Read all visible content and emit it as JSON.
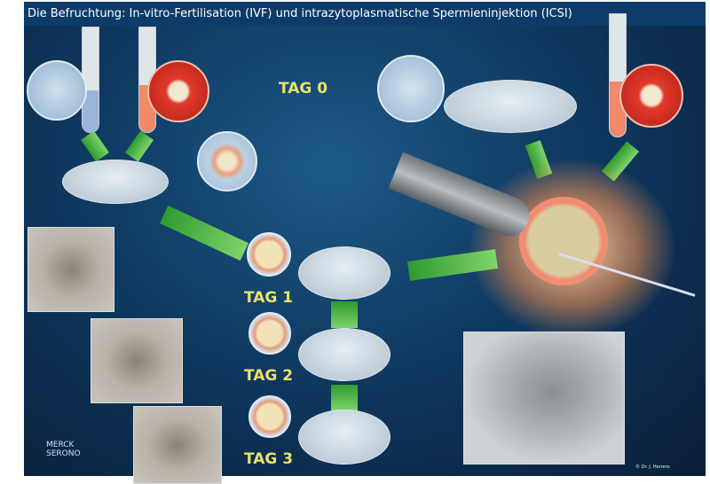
{
  "title": "Die Befruchtung: In-vitro-Fertilisation (IVF) und intrazytoplasmatische Spermieninjektion (ICSI)",
  "labels": {
    "tag0": "TAG 0",
    "tag1": "TAG 1",
    "tag2": "TAG 2",
    "tag3": "TAG 3"
  },
  "logo": "MERCK SERONO",
  "credit": "© Dr. J. Herrero",
  "colors": {
    "background": "#0f3a62",
    "title_bar": "#0d3c6a",
    "label": "#e8e26a",
    "arrow": "#4db84a",
    "egg": "#d83a2a"
  }
}
